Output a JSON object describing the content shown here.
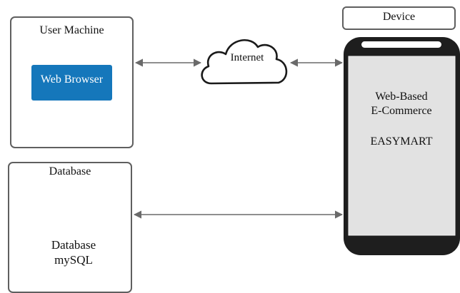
{
  "user_machine": {
    "title": "User Machine",
    "browser_label": "Web Browser"
  },
  "internet": {
    "label": "Internet"
  },
  "device": {
    "title": "Device",
    "app_line1": "Web-Based",
    "app_line2": "E-Commerce",
    "app_name": "EASYMART"
  },
  "database": {
    "title": "Database",
    "label_line1": "Database",
    "label_line2": "mySQL"
  },
  "colors": {
    "browser": "#1577bb",
    "phone_body": "#1e1e1e",
    "phone_screen": "#e2e2e2",
    "border": "#5f5f5f",
    "arrow": "#6a6a6a"
  }
}
